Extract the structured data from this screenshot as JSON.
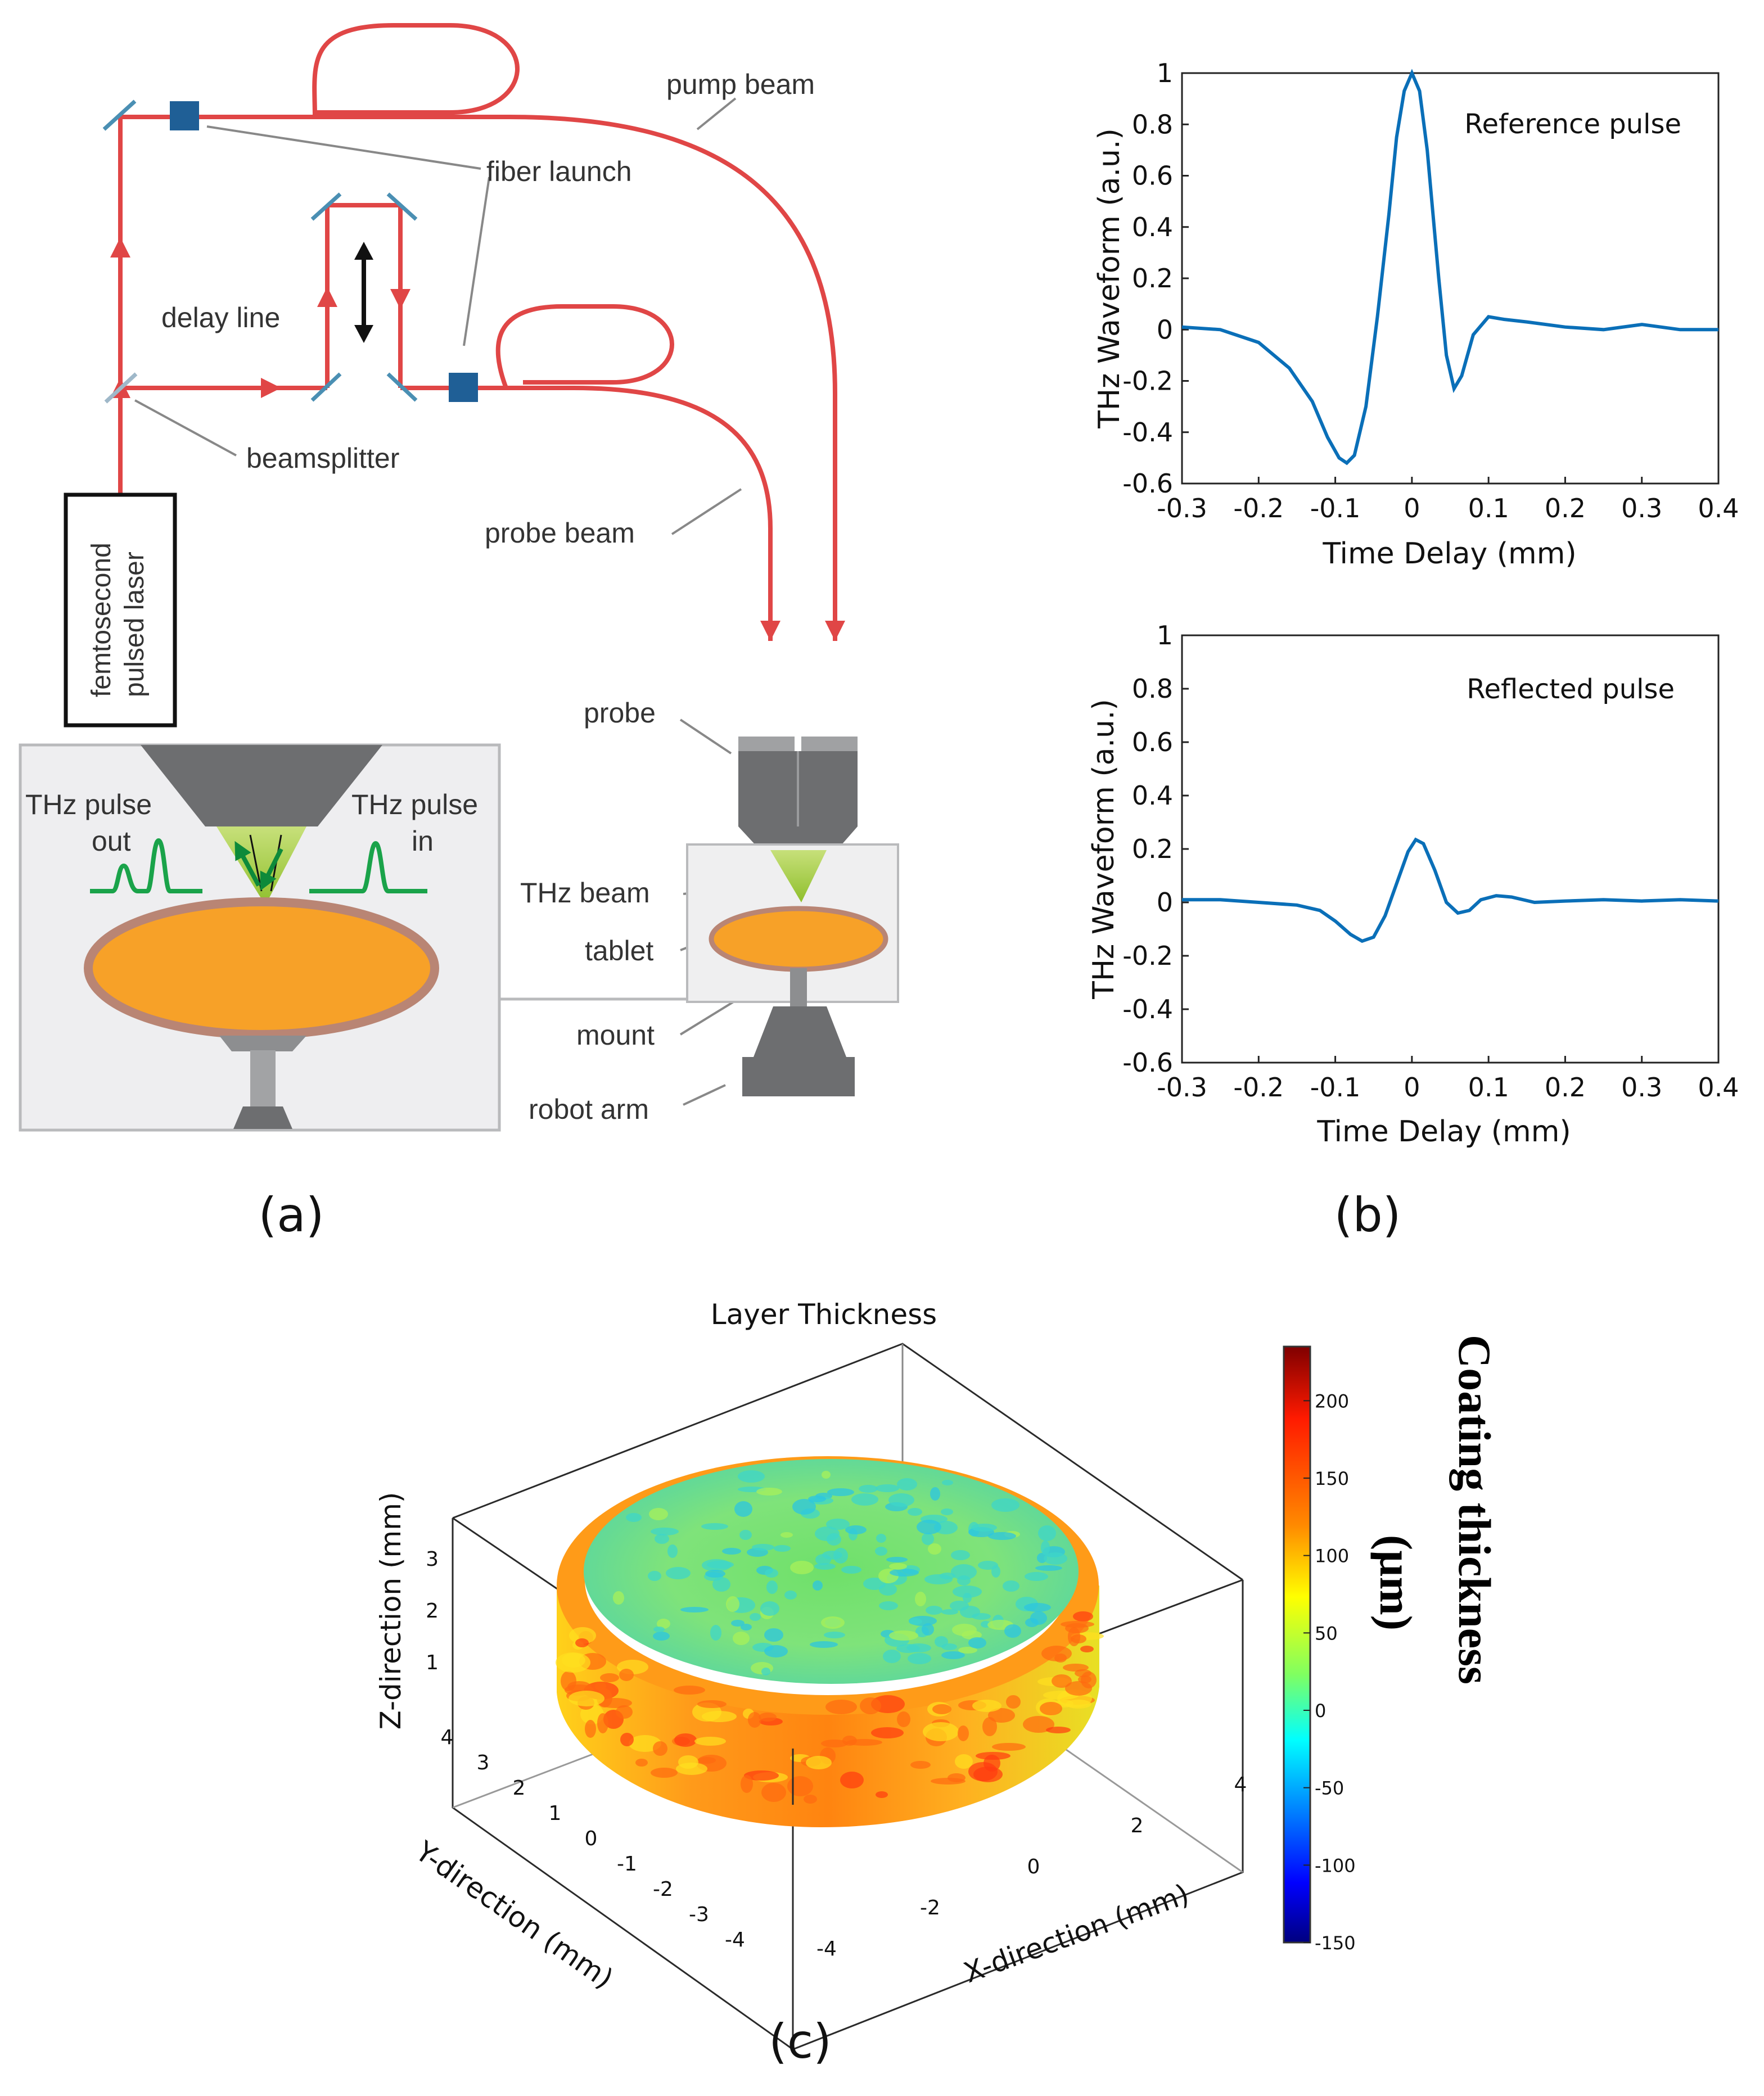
{
  "panel_labels": {
    "a": "(a)",
    "b": "(b)",
    "c": "(c)"
  },
  "diagram_a": {
    "laser": [
      "femtosecond",
      "pulsed laser"
    ],
    "labels": {
      "pump_beam": "pump beam",
      "fiber_launch": "fiber launch",
      "delay_line": "delay line",
      "beamsplitter": "beamsplitter",
      "probe_beam": "probe beam",
      "probe": "probe",
      "thz_beam": "THz beam",
      "tablet": "tablet",
      "mount": "mount",
      "robot_arm": "robot arm"
    },
    "inset": {
      "pulse_out": [
        "THz pulse",
        "out"
      ],
      "pulse_in": [
        "THz pulse",
        "in"
      ]
    },
    "colors": {
      "beam": "#e04646",
      "tablet": "#f7a128",
      "coating": "#b98574",
      "pulse": "#1aa34a",
      "device": "#6d6e70",
      "fiber_launch": "#1f5f96"
    }
  },
  "chart_data": [
    {
      "type": "line",
      "title": "Reference pulse",
      "xlabel": "Time Delay (mm)",
      "ylabel": "THz Waveform (a.u.)",
      "xlim": [
        -0.3,
        0.4
      ],
      "ylim": [
        -0.6,
        1
      ],
      "xticks": [
        "-0.3",
        "-0.2",
        "-0.1",
        "0",
        "0.1",
        "0.2",
        "0.3",
        "0.4"
      ],
      "yticks": [
        "1",
        "0.8",
        "0.6",
        "0.4",
        "0.2",
        "0",
        "-0.2",
        "-0.4",
        "-0.6"
      ],
      "color": "#0a6fb8",
      "x": [
        -0.3,
        -0.25,
        -0.2,
        -0.16,
        -0.13,
        -0.11,
        -0.095,
        -0.085,
        -0.075,
        -0.06,
        -0.045,
        -0.03,
        -0.02,
        -0.01,
        0.0,
        0.01,
        0.02,
        0.035,
        0.045,
        0.055,
        0.065,
        0.08,
        0.1,
        0.12,
        0.15,
        0.2,
        0.25,
        0.3,
        0.35,
        0.4
      ],
      "y": [
        0.01,
        0.0,
        -0.05,
        -0.15,
        -0.28,
        -0.42,
        -0.5,
        -0.52,
        -0.49,
        -0.3,
        0.05,
        0.45,
        0.75,
        0.93,
        1.0,
        0.93,
        0.7,
        0.2,
        -0.1,
        -0.23,
        -0.18,
        -0.02,
        0.05,
        0.04,
        0.03,
        0.01,
        0.0,
        0.02,
        0.0,
        0.0
      ]
    },
    {
      "type": "line",
      "title": "Reflected pulse",
      "xlabel": "Time Delay (mm)",
      "ylabel": "THz Waveform (a.u.)",
      "xlim": [
        -0.3,
        0.4
      ],
      "ylim": [
        -0.6,
        1
      ],
      "xticks": [
        "-0.3",
        "-0.2",
        "-0.1",
        "0",
        "0.1",
        "0.2",
        "0.3",
        "0.4"
      ],
      "yticks": [
        "1",
        "0.8",
        "0.6",
        "0.4",
        "0.2",
        "0",
        "-0.2",
        "-0.4",
        "-0.6"
      ],
      "color": "#0a6fb8",
      "x": [
        -0.3,
        -0.25,
        -0.2,
        -0.15,
        -0.12,
        -0.1,
        -0.08,
        -0.065,
        -0.05,
        -0.035,
        -0.02,
        -0.005,
        0.005,
        0.015,
        0.03,
        0.045,
        0.06,
        0.075,
        0.09,
        0.11,
        0.13,
        0.16,
        0.2,
        0.25,
        0.3,
        0.35,
        0.4
      ],
      "y": [
        0.01,
        0.01,
        0.0,
        -0.01,
        -0.03,
        -0.07,
        -0.12,
        -0.145,
        -0.13,
        -0.05,
        0.07,
        0.19,
        0.235,
        0.22,
        0.12,
        0.0,
        -0.04,
        -0.03,
        0.01,
        0.025,
        0.02,
        0.0,
        0.005,
        0.01,
        0.005,
        0.01,
        0.005
      ]
    },
    {
      "type": "heatmap",
      "title": "Layer Thickness",
      "xlabel": "X-direction (mm)",
      "ylabel": "Y-direction (mm)",
      "zlabel": "Z-direction (mm)",
      "xticks": [
        "-4",
        "-2",
        "0",
        "2",
        "4"
      ],
      "yticks": [
        "4",
        "3",
        "2",
        "1",
        "0",
        "-1",
        "-2",
        "-3",
        "-4"
      ],
      "zticks": [
        "3",
        "2",
        "1"
      ],
      "colorbar": {
        "ticks": [
          "200",
          "150",
          "100",
          "50",
          "0",
          "-50",
          "-100",
          "-150"
        ],
        "range": [
          -150,
          235
        ],
        "label": "Coating thickness",
        "unit": "(µm)"
      }
    }
  ]
}
